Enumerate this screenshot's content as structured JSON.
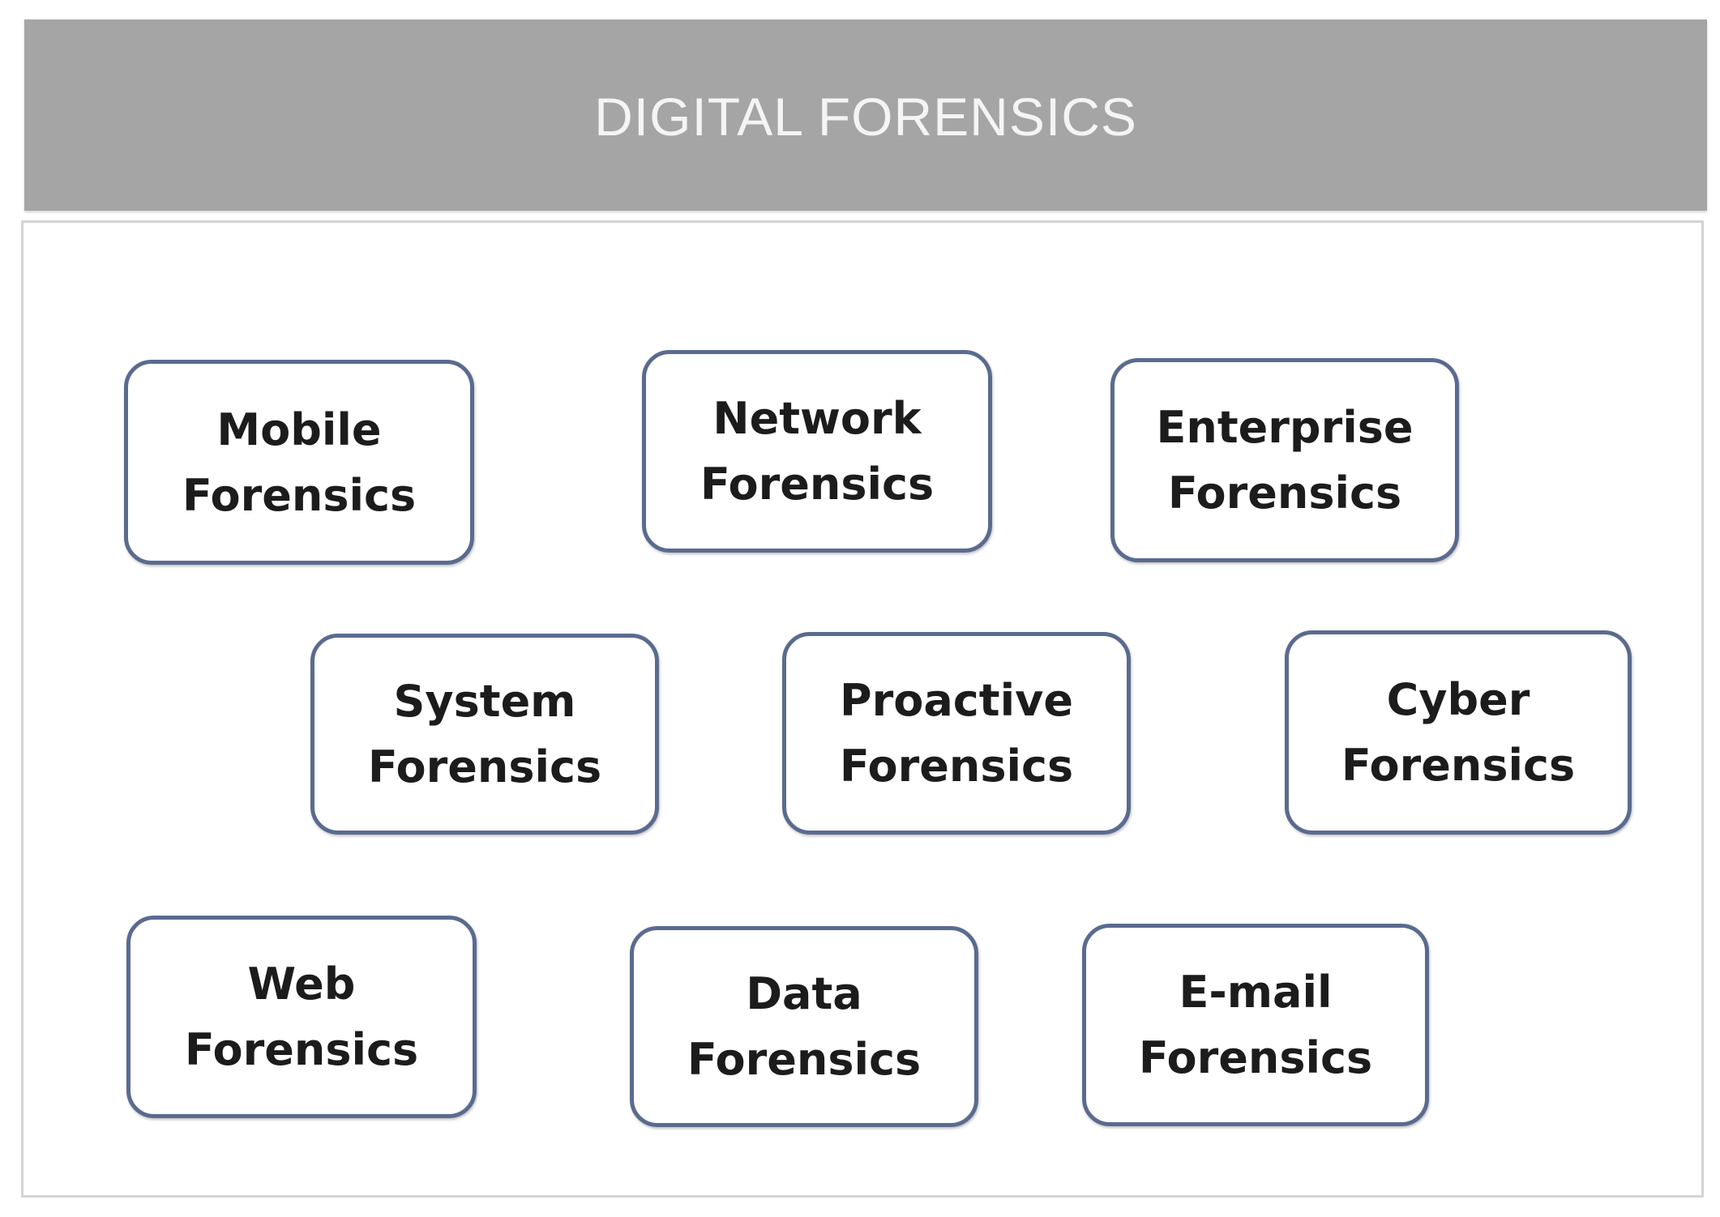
{
  "header": {
    "title": "DIGITAL FORENSICS"
  },
  "colors": {
    "header_bg": "#a5a5a5",
    "header_text": "#f4f4f4",
    "node_border": "#5a6b8f",
    "node_text": "#1c1c1c"
  },
  "nodes": [
    {
      "line1": "Mobile",
      "line2": "Forensics"
    },
    {
      "line1": "Network",
      "line2": "Forensics"
    },
    {
      "line1": "Enterprise",
      "line2": "Forensics"
    },
    {
      "line1": "System",
      "line2": "Forensics"
    },
    {
      "line1": "Proactive",
      "line2": "Forensics"
    },
    {
      "line1": "Cyber",
      "line2": "Forensics"
    },
    {
      "line1": "Web",
      "line2": "Forensics"
    },
    {
      "line1": "Data",
      "line2": "Forensics"
    },
    {
      "line1": "E-mail",
      "line2": "Forensics"
    }
  ]
}
